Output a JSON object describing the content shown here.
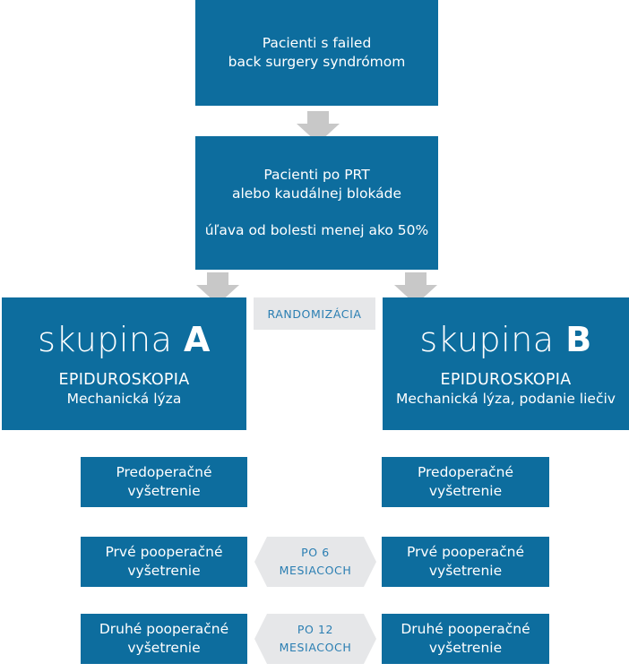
{
  "colors": {
    "box_fill": "#0d6d9e",
    "box_text": "#ffffff",
    "arrow_fill": "#c8c8c8",
    "gray_label_fill": "#e6e7e9",
    "gray_label_text": "#2a7eb2"
  },
  "top_box": {
    "line1": "Pacienti s failed",
    "line2": "back surgery syndrómom"
  },
  "second_box": {
    "line1": "Pacienti po PRT",
    "line2": "alebo kaudálnej blokáde",
    "line3": "úľava od bolesti menej ako 50%"
  },
  "randomization_label": "RANDOMIZÁCIA",
  "group_a": {
    "word": "skupina",
    "letter": "A",
    "caption": "EPIDUROSKOPIA",
    "subcaption": "Mechanická lýza"
  },
  "group_b": {
    "word": "skupina",
    "letter": "B",
    "caption": "EPIDUROSKOPIA",
    "subcaption": "Mechanická lýza, podanie liečiv"
  },
  "exams_a": [
    {
      "line1": "Predoperačné",
      "line2": "vyšetrenie"
    },
    {
      "line1": "Prvé pooperačné",
      "line2": "vyšetrenie"
    },
    {
      "line1": "Druhé pooperačné",
      "line2": "vyšetrenie"
    }
  ],
  "exams_b": [
    {
      "line1": "Predoperačné",
      "line2": "vyšetrenie"
    },
    {
      "line1": "Prvé pooperačné",
      "line2": "vyšetrenie"
    },
    {
      "line1": "Druhé pooperačné",
      "line2": "vyšetrenie"
    }
  ],
  "intervals": [
    {
      "line1": "PO 6",
      "line2": "MESIACOCH"
    },
    {
      "line1": "PO 12",
      "line2": "MESIACOCH"
    }
  ]
}
